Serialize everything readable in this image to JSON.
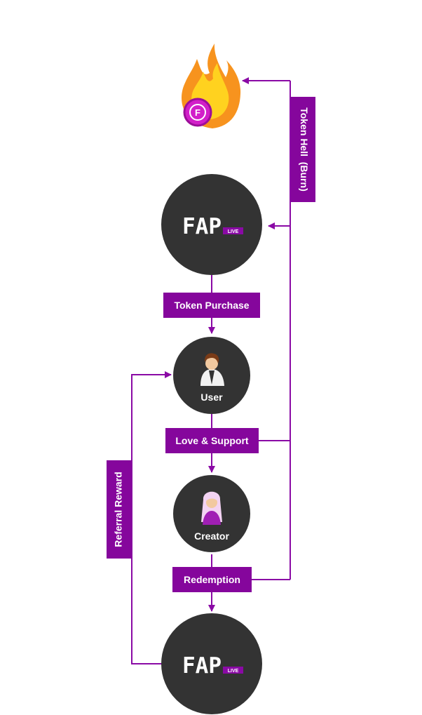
{
  "colors": {
    "accent": "#8a0aa5",
    "label_bg": "#85069c",
    "node": "#333333",
    "flame_outer": "#f7931e",
    "flame_inner": "#ffd21f",
    "coin": "#d21fc9"
  },
  "nodes": {
    "platform_top": {
      "logo": "FAP",
      "sub": "LIVE",
      "icon": "fap-live-logo-icon"
    },
    "user": {
      "label": "User",
      "icon": "male-user-avatar-icon"
    },
    "creator": {
      "label": "Creator",
      "icon": "female-creator-avatar-icon"
    },
    "platform_bottom": {
      "logo": "FAP",
      "sub": "LIVE",
      "icon": "fap-live-logo-icon"
    },
    "token_hell": {
      "icon": "burning-coin-icon"
    }
  },
  "labels": {
    "token_purchase": "Token Purchase",
    "love_support": "Love & Support",
    "redemption": "Redemption",
    "referral_reward": "Referral Reward",
    "token_hell": "Token Hell  (Burn)"
  }
}
